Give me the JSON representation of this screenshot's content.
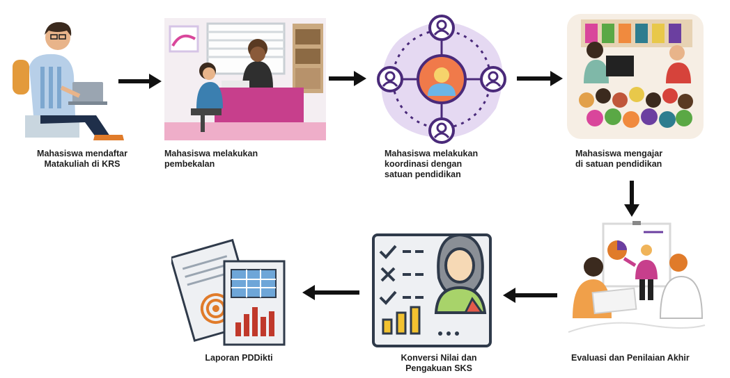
{
  "steps": [
    {
      "id": "krs",
      "caption": "Mahasiswa mendaftar\nMatakuliah di KRS"
    },
    {
      "id": "pembekalan",
      "caption": "Mahasiswa melakukan\npembekalan"
    },
    {
      "id": "koordinasi",
      "caption": "Mahasiswa melakukan\nkoordinasi dengan\nsatuan pendidikan"
    },
    {
      "id": "mengajar",
      "caption": "Mahasiswa mengajar\ndi satuan pendidikan"
    },
    {
      "id": "evaluasi",
      "caption": "Evaluasi dan Penilaian Akhir"
    },
    {
      "id": "konversi",
      "caption": "Konversi Nilai dan\nPengakuan SKS"
    },
    {
      "id": "laporan",
      "caption": "Laporan PDDikti"
    }
  ],
  "colors": {
    "arrow": "#111111",
    "purple": "#6b3fa0",
    "lavender": "#e5d9f2",
    "pink": "#d9469b",
    "orange": "#f08a3e",
    "teal": "#2e7d8f",
    "green": "#5aa845",
    "slate": "#2f3a4a"
  },
  "icons": [
    "laptop-student-icon",
    "office-meeting-icon",
    "network-people-icon",
    "classroom-icon",
    "presentation-icon",
    "checklist-teacher-icon",
    "report-documents-icon"
  ]
}
